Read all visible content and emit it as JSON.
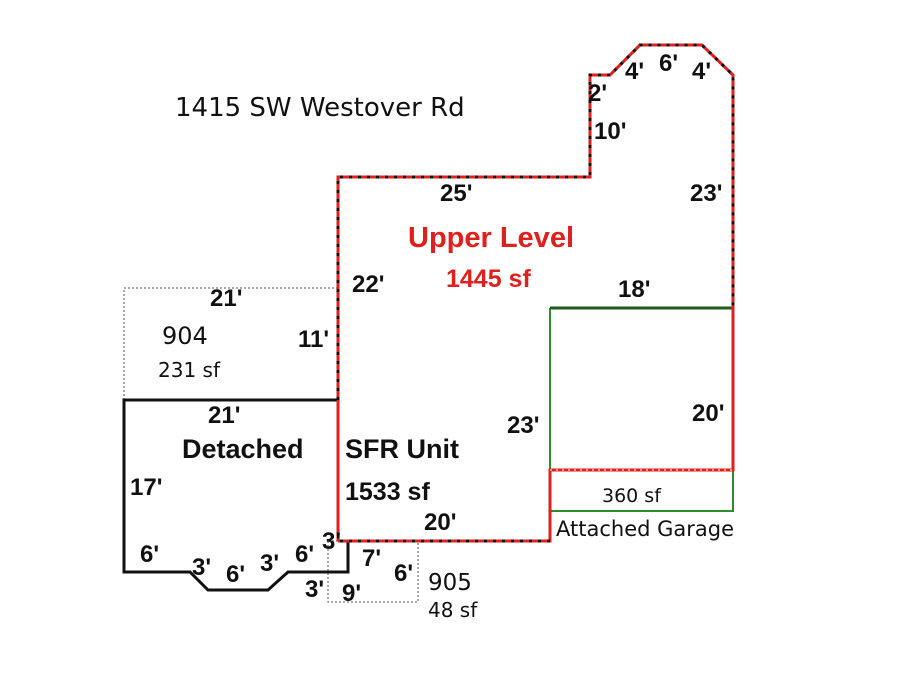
{
  "address": "1415 SW Westover Rd",
  "areas": {
    "upper": {
      "name": "Upper Level",
      "size": "1445 sf",
      "color": "#e0201c"
    },
    "sfr": {
      "name": "Detached SFR Unit",
      "name_part1": "Detached",
      "name_part2": "SFR Unit",
      "size": "1533 sf"
    },
    "a904": {
      "name": "904",
      "size": "231 sf"
    },
    "a905": {
      "name": "905",
      "size": "48 sf"
    },
    "garage": {
      "name": "Attached Garage",
      "size": "360 sf",
      "color": "#2e8b2e"
    }
  },
  "dims": {
    "u2": "2'",
    "u4a": "4'",
    "u6": "6'",
    "u4b": "4'",
    "u10": "10'",
    "u23": "23'",
    "u25": "25'",
    "u22": "22'",
    "u18": "18'",
    "a21": "21'",
    "a11": "11'",
    "s21": "21'",
    "s17": "17'",
    "s23": "23'",
    "g20": "20'",
    "s20": "20'",
    "b6a": "6'",
    "b3a": "3'",
    "b6b": "6'",
    "b3b": "3'",
    "b6c": "6'",
    "b3c": "3'",
    "b3d": "3'",
    "p7": "7'",
    "p6": "6'",
    "p9": "9'"
  }
}
